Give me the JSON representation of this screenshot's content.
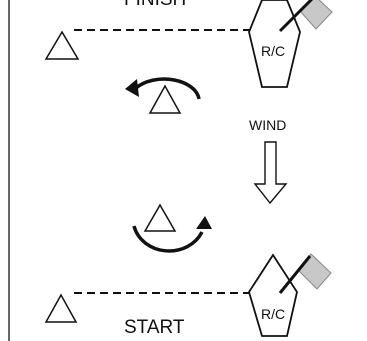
{
  "labels": {
    "finish": "FINISH",
    "start": "START",
    "wind": "WIND",
    "committee_boat_top": "R/C",
    "committee_boat_bottom": "R/C"
  },
  "colors": {
    "ink": "#111111",
    "flag_fill": "#c8c8c8",
    "background": "#ffffff"
  },
  "icons": {
    "mark": "triangle-outline",
    "rounding_top": "counterclockwise-arrow",
    "rounding_bottom": "clockwise-arrow",
    "wind": "hollow-down-arrow",
    "committee_boat": "pentagon-boat-with-flag"
  }
}
